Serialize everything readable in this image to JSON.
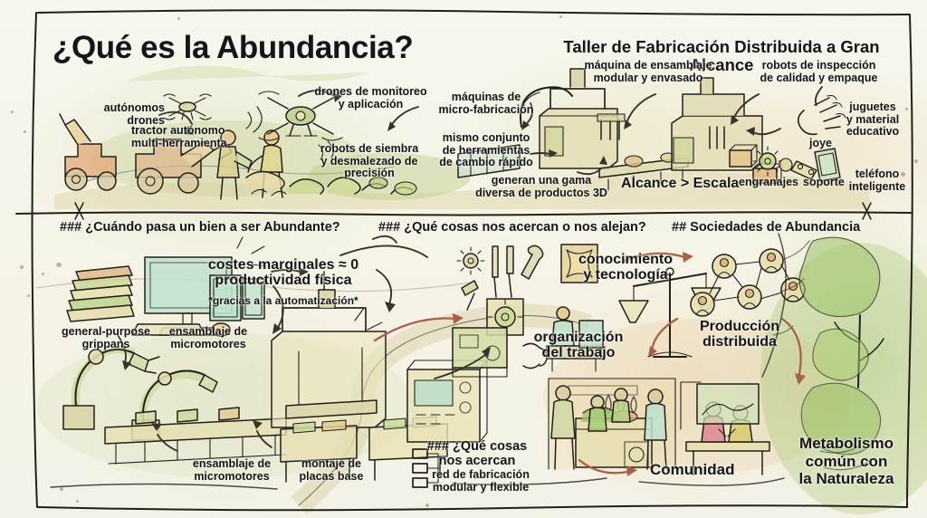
{
  "poster": {
    "title": "¿Qué es la Abundancia?",
    "section_title_right": "Taller de Fabricación Distribuida a Gran Alcance"
  },
  "top_panel": {
    "labels": {
      "autonomous_drones": "autónomos\ndrones",
      "autonomous_tractor": "tractor autónomo\nmulti-herramienta",
      "monitoring_drones": "drones de monitoreo\ny aplicación",
      "seeding_robots": "robots de siembra\ny desmalezado de\nprecisión",
      "microfab_machines": "máquinas de\nmicro-fabricación",
      "toolset": "mismo conjunto\nde herramientas\nde cambio rápido",
      "product_range": "generan una gama\ndiversa de productos 3D",
      "assembly_machine": "máquina de ensamblaje\nmodular y envasado",
      "inspection_robots": "robots de inspección\nde calidad y empaque",
      "scope_scale": "Alcance > Escala",
      "gears": "engranajes",
      "support": "soporte",
      "toys": "juguetes\ny material\neducativo",
      "jewel": "joye",
      "smartphone": "teléfono\ninteligente"
    }
  },
  "bottom_panel": {
    "headings": {
      "when_abundant": "### ¿Cuándo pasa un bien a ser Abundante?",
      "closer_farther": "### ¿Qué cosas nos acercan o nos alejan?",
      "abundance_societies": "## Sociedades de Abundancia"
    },
    "labels": {
      "marginal_costs": "costes marginales ≈ 0\nproductividad física",
      "automation_note": "*gracias a la automatización*",
      "grippers": "general-purpose\ngrippans",
      "micromotor_assembly_top": "ensamblaje de\nmicromotores",
      "micromotor_assembly_bottom": "ensamblaje de\nmicromotores",
      "baseplate_mounting": "montaje de\nplacas base",
      "network_question": "### ¿Qué cosas\nnos acercan",
      "network_desc": "red de fabricación\nmodular y flexible",
      "knowledge_tech": "conocimiento\ny tecnología",
      "work_organization": "organización\ndel trabajo",
      "distributed_production": "Producción\ndistribuida",
      "community": "Comunidad",
      "nature_metabolism": "Metabolismo\ncomún con\nla Naturaleza"
    }
  },
  "palette": {
    "ink": "#23201c",
    "paper": "#f6f4e9",
    "green": "#a8c47a",
    "olive": "#c9cf8e",
    "tan": "#e4c894",
    "orange": "#e0a86a",
    "arrow_red": "#a8604c",
    "forest": "#8fb45e"
  }
}
